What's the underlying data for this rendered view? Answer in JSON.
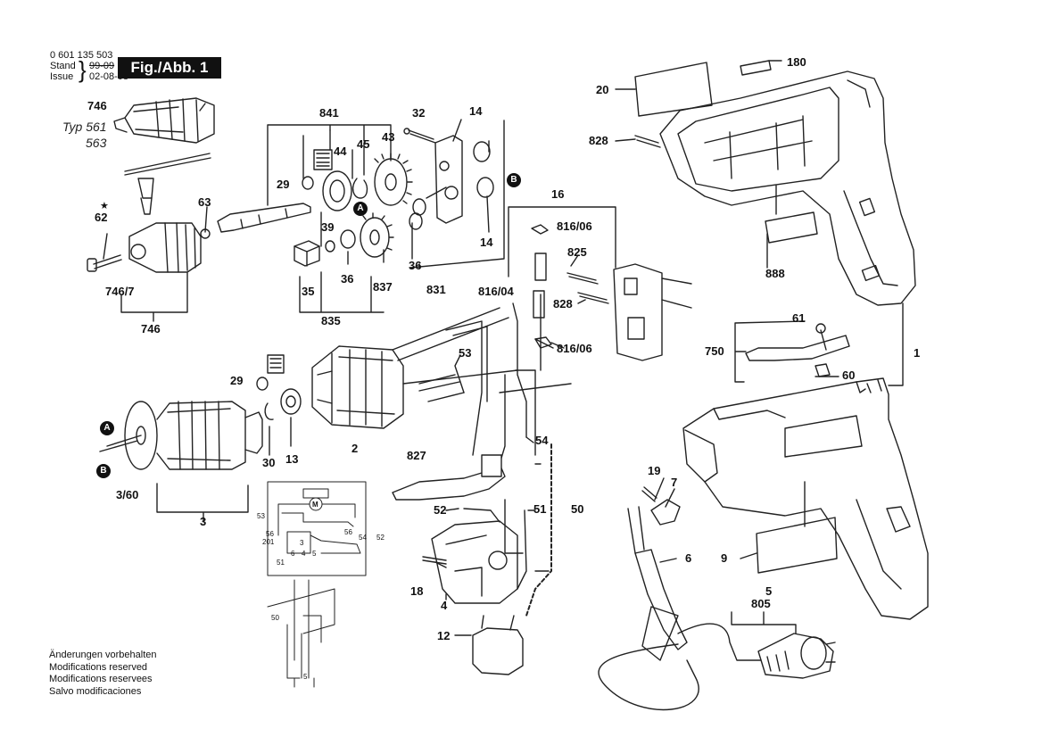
{
  "header": {
    "part_number": "0 601 135 503",
    "stand_label": "Stand",
    "stand_date": "99-09",
    "issue_label": "Issue",
    "issue_date": "02-08-08",
    "figure_label": "Fig./Abb. 1"
  },
  "typ": {
    "line1": "Typ 561",
    "line2": "563"
  },
  "footer": {
    "lines": [
      "Änderungen vorbehalten",
      "Modifications reserved",
      "Modifications reservees",
      "Salvo modificaciones"
    ]
  },
  "markers": {
    "a": "A",
    "b": "B"
  },
  "star": "★",
  "part_labels": {
    "p746_top": "746",
    "p62": "62",
    "p63": "63",
    "p746_7": "746/7",
    "p746_bottom": "746",
    "p841": "841",
    "p44": "44",
    "p45": "45",
    "p43": "43",
    "p29_top": "29",
    "p32": "32",
    "p14_top": "14",
    "p14_bottom": "14",
    "p39": "39",
    "p35": "35",
    "p36_left": "36",
    "p837": "837",
    "p36_right": "36",
    "p831": "831",
    "p835": "835",
    "p16": "16",
    "p816_06_top": "816/06",
    "p825": "825",
    "p816_04": "816/04",
    "p828_mid": "828",
    "p816_06_bottom": "816/06",
    "p53": "53",
    "p29_mid": "29",
    "p30": "30",
    "p13": "13",
    "p2": "2",
    "p3_60": "3/60",
    "p3": "3",
    "p827": "827",
    "p54": "54",
    "p52": "52",
    "p51": "51",
    "p50": "50",
    "p18": "18",
    "p4": "4",
    "p12": "12",
    "p20": "20",
    "p180": "180",
    "p828_top": "828",
    "p888": "888",
    "p61": "61",
    "p750": "750",
    "p60": "60",
    "p1": "1",
    "p19": "19",
    "p7": "7",
    "p6": "6",
    "p9": "9",
    "p5": "5",
    "p805": "805"
  },
  "schematic": {
    "motor": "M",
    "l53": "53",
    "l56a": "56",
    "l201": "201",
    "l56b": "56",
    "l54": "54",
    "l52": "52",
    "l51": "51",
    "l6": "6",
    "l3": "3",
    "l4": "4",
    "l5": "5",
    "l50": "50",
    "l5b": "5"
  }
}
